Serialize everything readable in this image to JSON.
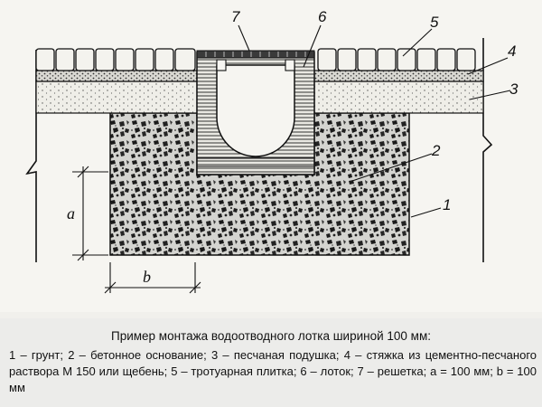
{
  "diagram": {
    "callouts": [
      {
        "id": "7",
        "label": "7"
      },
      {
        "id": "6",
        "label": "6"
      },
      {
        "id": "5",
        "label": "5"
      },
      {
        "id": "4",
        "label": "4"
      },
      {
        "id": "3",
        "label": "3"
      },
      {
        "id": "2",
        "label": "2"
      },
      {
        "id": "1",
        "label": "1"
      }
    ],
    "dimensions": {
      "a": "a",
      "b": "b"
    }
  },
  "caption": {
    "title": "Пример монтажа водоотводного лотка шириной 100 мм:",
    "body": "1 – грунт; 2 – бетонное основание; 3 – песчаная подушка; 4 – стяжка из цементно-песчаного раствора М 150 или щебень; 5 – тротуарная плитка; 6 – лоток; 7 – решетка; a = 100 мм; b = 100 мм"
  },
  "colors": {
    "ink": "#111111",
    "paper": "#f6f5f1",
    "concrete": "#d8d8d4",
    "sand": "#efeee8"
  }
}
